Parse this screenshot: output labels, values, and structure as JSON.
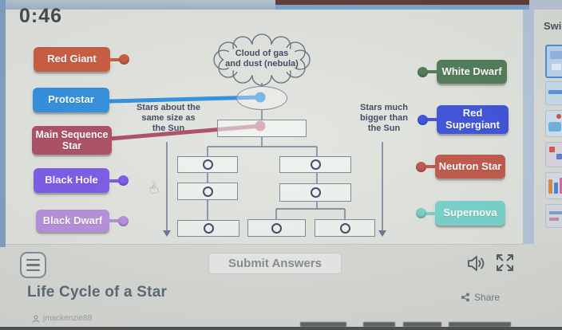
{
  "timer": {
    "value": "0:46"
  },
  "labels": {
    "left": [
      {
        "text": "Red Giant",
        "color": "#c95a3d"
      },
      {
        "text": "Protostar",
        "color": "#2e8ede"
      },
      {
        "text": "Main Sequence Star",
        "color": "#ab4c62"
      },
      {
        "text": "Black Hole",
        "color": "#7a58e8"
      },
      {
        "text": "Black Dwarf",
        "color": "#b78fdc"
      }
    ],
    "right": [
      {
        "text": "White Dwarf",
        "color": "#4e7a55"
      },
      {
        "text": "Red Supergiant",
        "color": "#3c50da"
      },
      {
        "text": "Neutron Star",
        "color": "#c05649"
      },
      {
        "text": "Supernova",
        "color": "#77d2cb"
      }
    ]
  },
  "diagram": {
    "cloud_line1": "Cloud of gas",
    "cloud_line2": "and dust (nebula)",
    "left_branch": "Stars about the same size as the Sun",
    "right_branch": "Stars much bigger than the Sun"
  },
  "controls": {
    "submit": "Submit Answers"
  },
  "footer": {
    "title": "Life Cycle of a Star",
    "share": "Share",
    "author": "jmackenzie88"
  },
  "side_panel": {
    "heading": "Swi",
    "thumbnails": [
      {
        "bg": "#bcd4ec"
      },
      {
        "bg": "#c6dcee"
      },
      {
        "bg": "#cfe2f0"
      },
      {
        "bg": "#ddd4e0"
      },
      {
        "bg": "#d9dfe8"
      },
      {
        "bg": "#d5dce5"
      }
    ]
  }
}
